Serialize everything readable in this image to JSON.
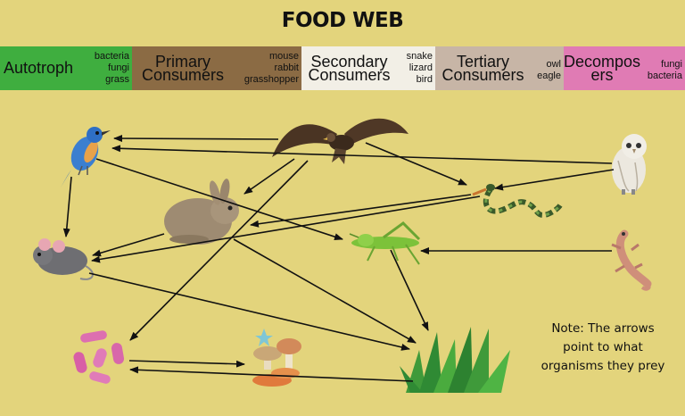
{
  "title": "FOOD WEB",
  "categories": [
    {
      "name_lines": [
        "Autotroph"
      ],
      "examples": [
        "bacteria",
        "fungi",
        "grass"
      ],
      "color": "#3fae3f"
    },
    {
      "name_lines": [
        "Primary",
        "Consumers"
      ],
      "examples": [
        "mouse",
        "rabbit",
        "grasshopper"
      ],
      "color": "#8b6b44"
    },
    {
      "name_lines": [
        "Secondary",
        "Consumers"
      ],
      "examples": [
        "snake",
        "lizard",
        "bird"
      ],
      "color": "#f2efe6"
    },
    {
      "name_lines": [
        "Tertiary",
        "Consumers"
      ],
      "examples": [
        "owl",
        "eagle"
      ],
      "color": "#c7b5a6"
    },
    {
      "name_lines": [
        "Decompos",
        "ers"
      ],
      "examples": [
        "fungi",
        "bacteria"
      ],
      "color": "#e07bb4"
    }
  ],
  "note": "Note: The arrows point to what organisms they prey",
  "organisms": [
    "eagle",
    "owl",
    "bird",
    "rabbit",
    "snake",
    "mouse",
    "grasshopper",
    "lizard",
    "bacteria",
    "fungi",
    "grass"
  ]
}
